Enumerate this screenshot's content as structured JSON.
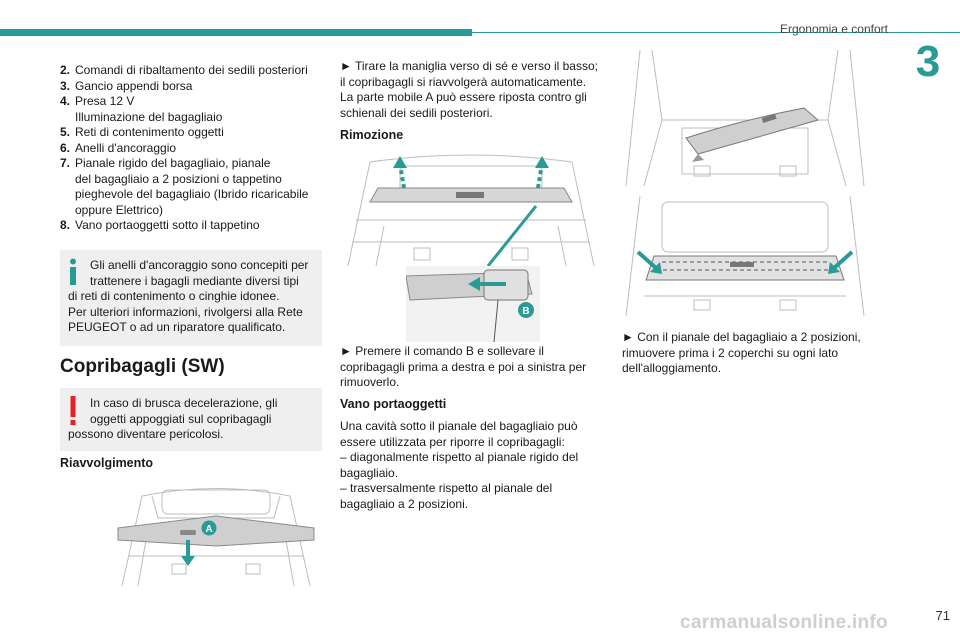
{
  "header": {
    "section_title": "Ergonomia e confort",
    "chapter_number": "3"
  },
  "left_column": {
    "list": [
      {
        "num": "2.",
        "text": "Comandi di ribaltamento dei sedili posteriori"
      },
      {
        "num": "3.",
        "text": "Gancio appendi borsa"
      },
      {
        "num": "4.",
        "text": "Presa 12 V"
      },
      {
        "num": "",
        "text": "Illuminazione del bagagliaio"
      },
      {
        "num": "5.",
        "text": "Reti di contenimento oggetti"
      },
      {
        "num": "6.",
        "text": "Anelli d'ancoraggio"
      },
      {
        "num": "7.",
        "text": "Pianale rigido del bagagliaio, pianale"
      },
      {
        "num": "",
        "text": "del bagagliaio a 2 posizioni o tappetino"
      },
      {
        "num": "",
        "text": "pieghevole del bagagliaio (Ibrido ricaricabile"
      },
      {
        "num": "",
        "text": "oppure Elettrico)"
      },
      {
        "num": "8.",
        "text": "Vano portaoggetti sotto il tappetino"
      }
    ],
    "info_box": {
      "lines": [
        "Gli anelli d'ancoraggio sono concepiti per",
        "trattenere i bagagli mediante diversi tipi",
        "di reti di contenimento o cinghie idonee.",
        "Per ulteriori informazioni, rivolgersi alla Rete",
        "PEUGEOT o ad un riparatore qualificato."
      ]
    },
    "section_heading": "Copribagagli (SW)",
    "warning_box": {
      "lines": [
        "In caso di brusca decelerazione, gli",
        "oggetti appoggiati sul copribagagli",
        "possono diventare pericolosi."
      ]
    },
    "subheading": "Riavvolgimento",
    "figure_label": "A"
  },
  "middle_column": {
    "para1": [
      "► Tirare la maniglia verso di sé e verso il basso;",
      "il copribagagli si riavvolgerà automaticamente.",
      "La parte mobile A può essere riposta contro gli",
      "schienali dei sedili posteriori."
    ],
    "subheading_removal": "Rimozione",
    "figure_label": "B",
    "para2": [
      "► Premere il comando B e sollevare il",
      "copribagagli prima a destra e poi a sinistra per",
      "rimuoverlo."
    ],
    "subheading_storage": "Vano portaoggetti",
    "para3": [
      "Una cavità sotto il pianale del bagagliaio può",
      "essere utilizzata per riporre il copribagagli:",
      "– diagonalmente rispetto al pianale rigido del",
      "bagagliaio.",
      "– trasversalmente rispetto al pianale del",
      "bagagliaio a 2 posizioni."
    ]
  },
  "right_column": {
    "para": [
      "► Con il pianale del bagagliaio a 2 posizioni,",
      "rimuovere prima i 2 coperchi su ogni lato",
      "dell'alloggiamento."
    ]
  },
  "footer": {
    "page_number": "71",
    "watermark": "carmanualsonline.info"
  },
  "colors": {
    "accent": "#2a9a96",
    "warning": "#e5202a",
    "info": "#2a9a96",
    "box_bg": "#efefef"
  }
}
